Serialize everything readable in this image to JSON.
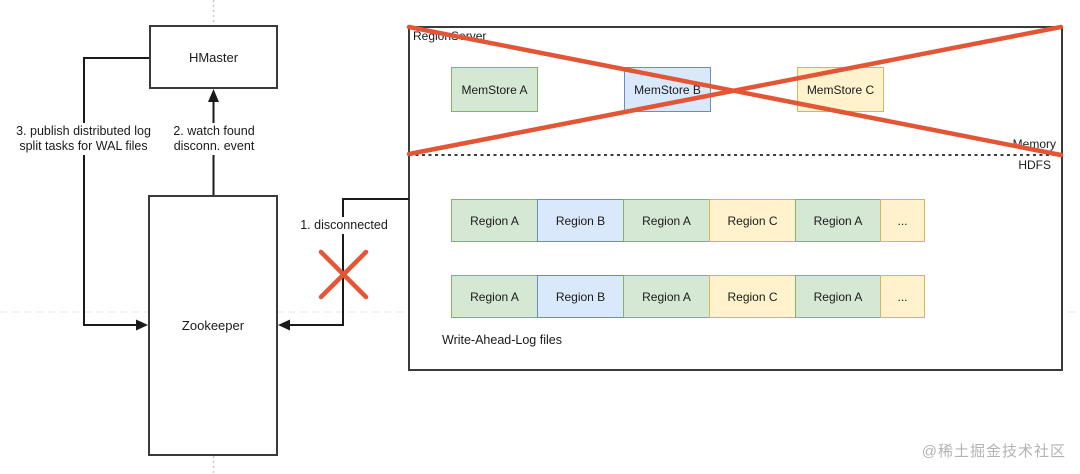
{
  "diagram": {
    "hmaster": {
      "label": "HMaster"
    },
    "zookeeper": {
      "label": "Zookeeper"
    },
    "steps": {
      "step1": "1. disconnected",
      "step2_line1": "2. watch found",
      "step2_line2": "disconn. event",
      "step3_line1": "3. publish distributed log",
      "step3_line2": "split tasks for WAL files"
    },
    "region_server": {
      "label": "RegionServer",
      "memory_label": "Memory",
      "hdfs_label": "HDFS",
      "wal_label": "Write-Ahead-Log files",
      "memstores": [
        {
          "label": "MemStore A",
          "type": "green"
        },
        {
          "label": "MemStore B",
          "type": "blue"
        },
        {
          "label": "MemStore C",
          "type": "yellow"
        }
      ],
      "wal_rows": [
        {
          "cells": [
            {
              "label": "Region A",
              "type": "green"
            },
            {
              "label": "Region B",
              "type": "blue"
            },
            {
              "label": "Region A",
              "type": "green"
            },
            {
              "label": "Region C",
              "type": "yellow"
            },
            {
              "label": "Region A",
              "type": "green"
            },
            {
              "label": "...",
              "type": "yellow"
            }
          ]
        },
        {
          "cells": [
            {
              "label": "Region A",
              "type": "green"
            },
            {
              "label": "Region B",
              "type": "blue"
            },
            {
              "label": "Region A",
              "type": "green"
            },
            {
              "label": "Region C",
              "type": "yellow"
            },
            {
              "label": "Region A",
              "type": "green"
            },
            {
              "label": "...",
              "type": "yellow"
            }
          ]
        }
      ]
    },
    "watermark": "@稀土掘金技术社区",
    "colors": {
      "green_fill": "#d5e8d4",
      "green_border": "#82b366",
      "blue_fill": "#dae8fc",
      "blue_border": "#6c8ebf",
      "yellow_fill": "#fff2cc",
      "yellow_border": "#d6b656",
      "cross_red": "#e25535",
      "box_border": "#3a3a3a",
      "watermark_gray": "#b3b3b3"
    }
  }
}
